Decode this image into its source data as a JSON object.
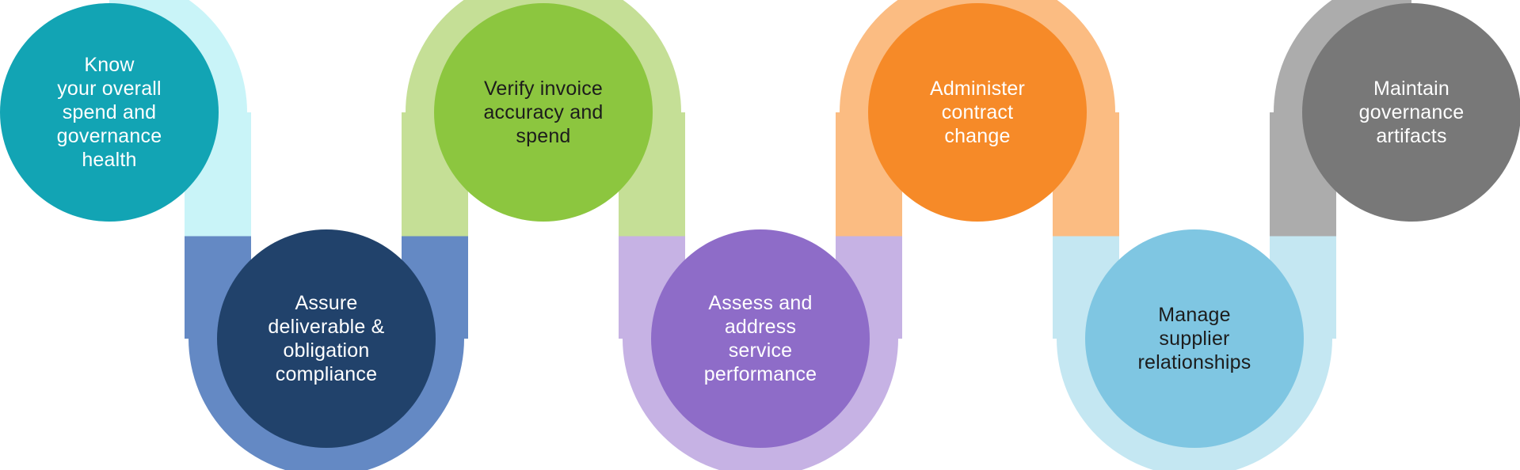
{
  "diagram": {
    "type": "snake-process-flow",
    "background_color": "#FFFFFF",
    "steps": [
      {
        "label": "Know\nyour overall\nspend and\ngovernance\nhealth",
        "position": "top",
        "circle_color": "#12A4B4",
        "arch_color": "#C9F4F8",
        "text_color": "#FFFFFF"
      },
      {
        "label": "Assure\ndeliverable &\nobligation\ncompliance",
        "position": "bottom",
        "circle_color": "#21426B",
        "arch_color": "#6489C4",
        "text_color": "#FFFFFF"
      },
      {
        "label": "Verify invoice\naccuracy and\nspend",
        "position": "top",
        "circle_color": "#8CC63F",
        "arch_color": "#C5DF96",
        "text_color": "#1C1C1C"
      },
      {
        "label": "Assess and\naddress\nservice\nperformance",
        "position": "bottom",
        "circle_color": "#8E6CC8",
        "arch_color": "#C6B2E4",
        "text_color": "#FFFFFF"
      },
      {
        "label": "Administer\ncontract\nchange",
        "position": "top",
        "circle_color": "#F68A28",
        "arch_color": "#FBBC82",
        "text_color": "#FFFFFF"
      },
      {
        "label": "Manage\nsupplier\nrelationships",
        "position": "bottom",
        "circle_color": "#7FC6E2",
        "arch_color": "#C4E7F2",
        "text_color": "#1C1C1C"
      },
      {
        "label": "Maintain\ngovernance\nartifacts",
        "position": "top",
        "circle_color": "#787878",
        "arch_color": "#ACACAC",
        "text_color": "#FFFFFF"
      }
    ]
  }
}
